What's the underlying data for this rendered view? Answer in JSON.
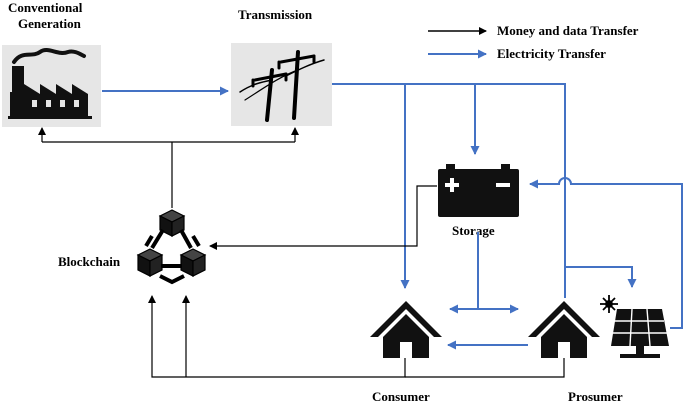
{
  "nodes": {
    "conventional_generation": {
      "line1": "Conventional",
      "line2": "Generation",
      "icon": "factory-icon"
    },
    "transmission": {
      "label": "Transmission",
      "icon": "power-pole-icon"
    },
    "storage": {
      "label": "Storage",
      "icon": "battery-icon"
    },
    "blockchain": {
      "label": "Blockchain",
      "icon": "blockchain-cubes-icon"
    },
    "consumer": {
      "label": "Consumer",
      "icon": "house-icon"
    },
    "prosumer": {
      "label": "Prosumer",
      "icon": "house-icon"
    },
    "solar": {
      "icon": "solar-panel-icon"
    }
  },
  "legend": {
    "money_data": {
      "label": "Money and data Transfer",
      "color": "#000000"
    },
    "electricity": {
      "label": "Electricity Transfer",
      "color": "#4472C4"
    }
  },
  "colors": {
    "electricity": "#4472C4",
    "money": "#000000",
    "icon_box": "#e6e6e6"
  }
}
